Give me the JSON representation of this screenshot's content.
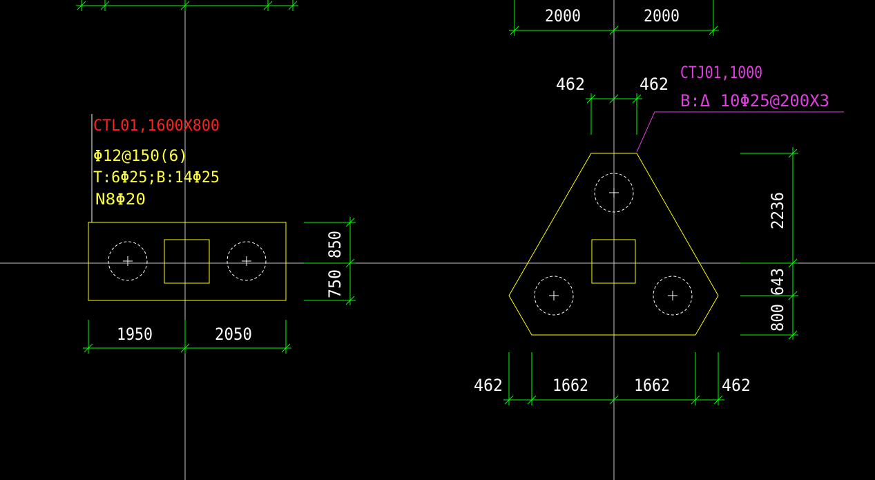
{
  "colors": {
    "background": "#000000",
    "axis": "#c8c8c8",
    "dimension": "#00ff00",
    "outline": "#ffff00",
    "pile": "#ffffff",
    "label_red": "#ff2020",
    "label_yellow": "#ffff40",
    "label_magenta": "#e040e0",
    "text": "#ffffff"
  },
  "left_cap": {
    "label_title": "CTL01,1600X800",
    "label_stirrup": "Φ12@150(6)",
    "label_main": "T:6Φ25;B:14Φ25",
    "label_side": "N8Φ20",
    "dim_left": "1950",
    "dim_right": "2050",
    "dim_top_v": "850",
    "dim_bottom_v": "750"
  },
  "right_cap": {
    "label_title": "CTJ01,1000",
    "label_rebar": "B:Δ 10Φ25@200X3",
    "dim_top_left": "2000",
    "dim_top_right": "2000",
    "dim_mid_left": "462",
    "dim_mid_right": "462",
    "dim_v_top": "2236",
    "dim_v_mid": "643",
    "dim_v_bottom": "800",
    "dim_bot_1": "462",
    "dim_bot_2": "1662",
    "dim_bot_3": "1662",
    "dim_bot_4": "462"
  }
}
